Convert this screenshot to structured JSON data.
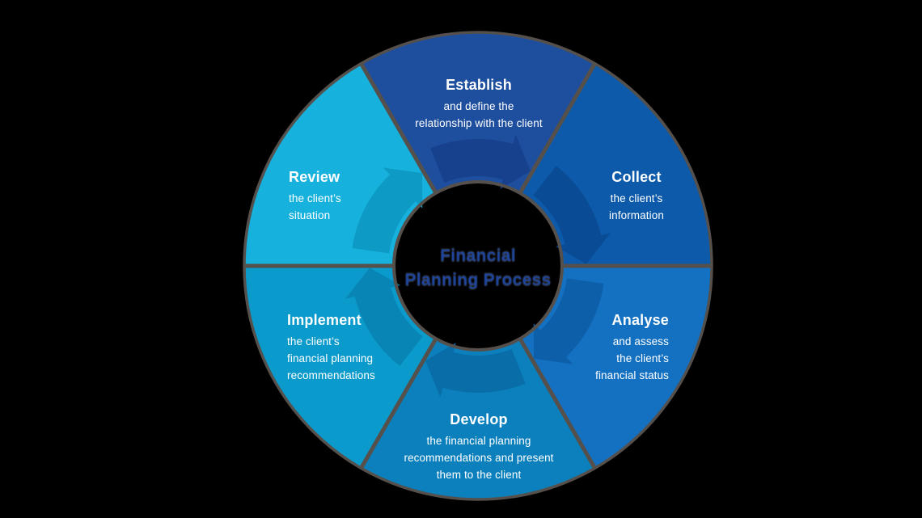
{
  "background_color": "#000000",
  "divider_color": "#55504b",
  "center": {
    "label": "Financial\nPlanning Process",
    "text_color": "#1e46a0"
  },
  "text_color": "#ffffff",
  "segments": [
    {
      "id": "establish",
      "title": "Establish",
      "description": "and define the\nrelationship with the client",
      "color": "#1e4f9e",
      "arrow_color": "#173f8c"
    },
    {
      "id": "collect",
      "title": "Collect",
      "description": "the client’s\ninformation",
      "color": "#0c5aa9",
      "arrow_color": "#094b93"
    },
    {
      "id": "analyse",
      "title": "Analyse",
      "description": "and assess\nthe client’s\nfinancial status",
      "color": "#1471c2",
      "arrow_color": "#0e5ea9"
    },
    {
      "id": "develop",
      "title": "Develop",
      "description": "the financial planning\nrecommendations and present\nthem to the client",
      "color": "#0b80bd",
      "arrow_color": "#0a6ba5"
    },
    {
      "id": "implement",
      "title": "Implement",
      "description": "the client’s\nfinancial planning\nrecommendations",
      "color": "#0a9acb",
      "arrow_color": "#0884b2"
    },
    {
      "id": "review",
      "title": "Review",
      "description": "the client’s\nsituation",
      "color": "#16b1dc",
      "arrow_color": "#0d9ac3"
    }
  ]
}
